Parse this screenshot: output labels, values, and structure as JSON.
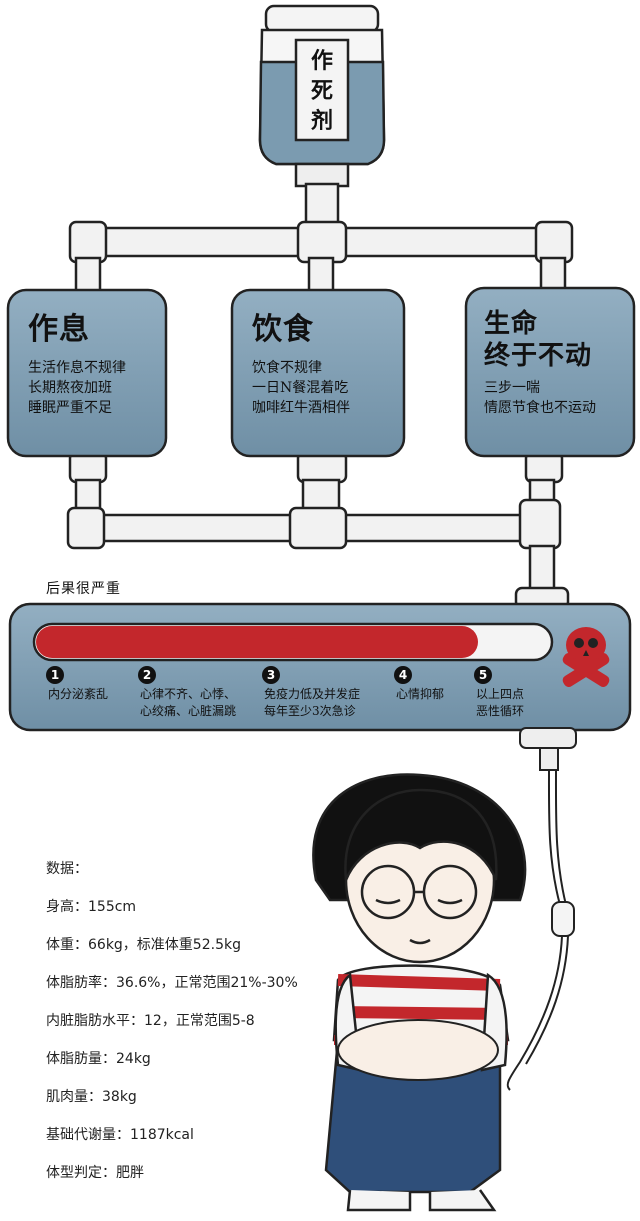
{
  "bottle": {
    "label_chars": [
      "作",
      "死",
      "剂"
    ]
  },
  "boxes": [
    {
      "title_lines": [
        "作息"
      ],
      "lines": [
        "生活作息不规律",
        "长期熬夜加班",
        "睡眠严重不足"
      ]
    },
    {
      "title_lines": [
        "饮食"
      ],
      "lines": [
        "饮食不规律",
        "一日N餐混着吃",
        "咖啡红牛酒相伴"
      ]
    },
    {
      "title_lines": [
        "生命",
        "终于不动"
      ],
      "lines": [
        "三步一喘",
        "情愿节食也不运动"
      ]
    }
  ],
  "consequence": {
    "label": "后果很严重",
    "progress": 0.86,
    "steps": [
      {
        "num": "1",
        "lines": [
          "内分泌紊乱"
        ]
      },
      {
        "num": "2",
        "lines": [
          "心律不齐、心悸、",
          "心绞痛、心脏漏跳"
        ]
      },
      {
        "num": "3",
        "lines": [
          "免疫力低及并发症",
          "每年至少3次急诊"
        ]
      },
      {
        "num": "4",
        "lines": [
          "心情抑郁"
        ]
      },
      {
        "num": "5",
        "lines": [
          "以上四点",
          "恶性循环"
        ]
      }
    ]
  },
  "stats": [
    "数据：",
    "身高：155cm",
    "体重：66kg，标准体重52.5kg",
    "体脂肪率：36.6%，正常范围21%-30%",
    "内脏脂肪水平：12，正常范围5-8",
    "体脂肪量：24kg",
    "肌肉量：38kg",
    "基础代谢量：1187kcal",
    "体型判定：肥胖"
  ],
  "colors": {
    "liquid": "#7b9bb0",
    "box": "#7e9db2",
    "bar_red": "#c3272c",
    "pipe": "#f2f2f2"
  }
}
